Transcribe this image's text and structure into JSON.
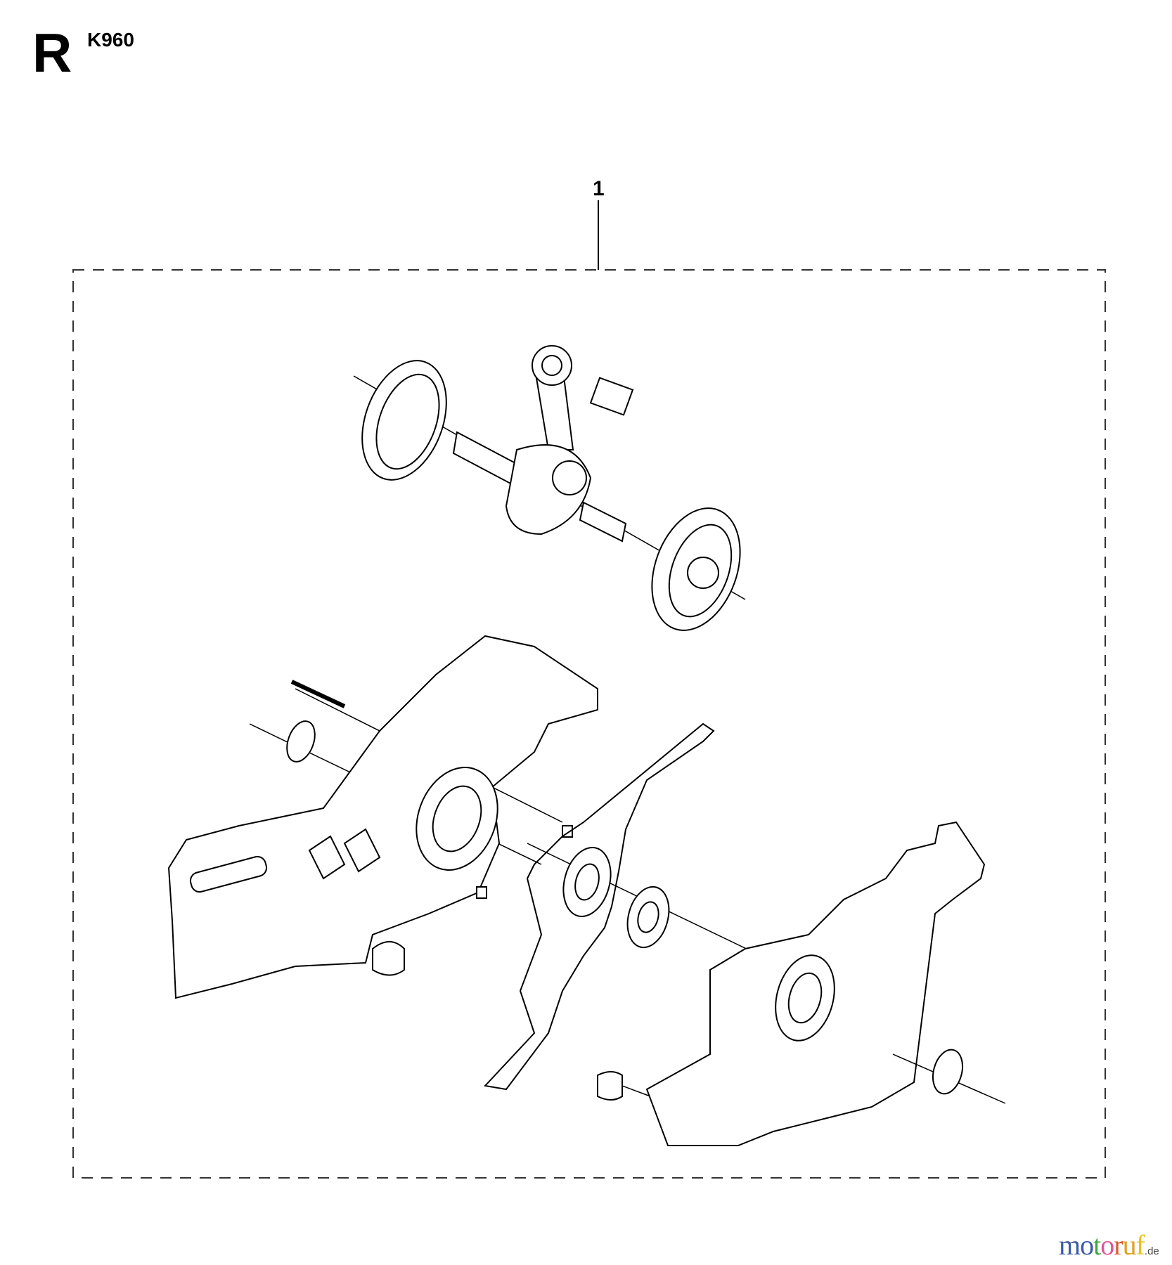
{
  "header": {
    "section_letter": "R",
    "model": "K960"
  },
  "diagram": {
    "callouts": [
      "1"
    ]
  },
  "watermark": {
    "letters": [
      "m",
      "o",
      "t",
      "o",
      "r",
      "u",
      "f"
    ],
    "letter_colors": [
      "#3a5aa8",
      "#3a5aa8",
      "#3fa63f",
      "#e0559a",
      "#2f9e44",
      "#e0562a",
      "#e0a020",
      "#e8c020"
    ],
    "suffix": ".de"
  }
}
